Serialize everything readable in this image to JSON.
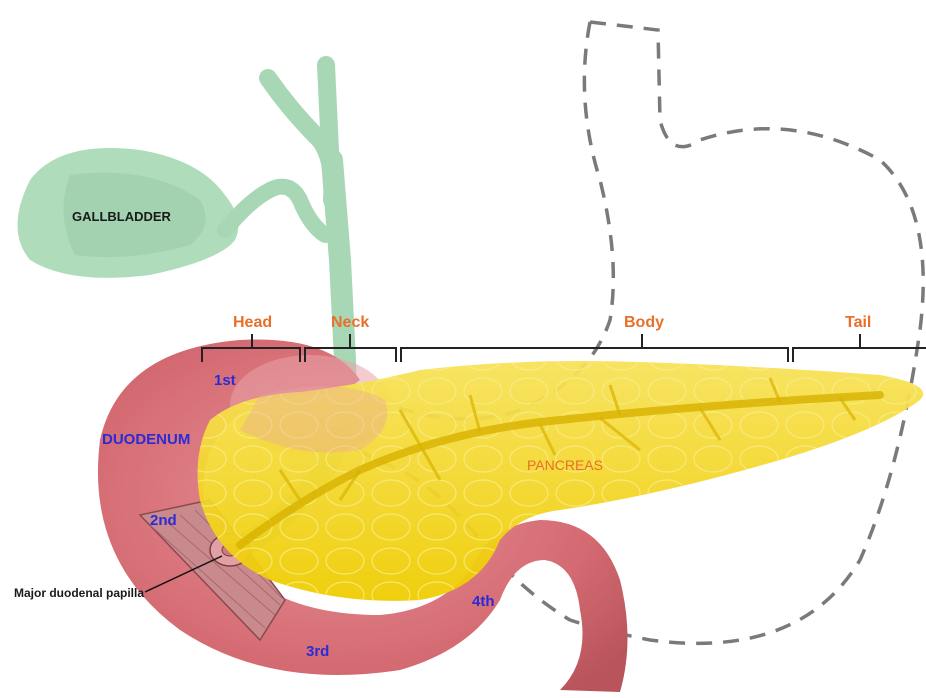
{
  "labels": {
    "gallbladder": "GALLBLADDER",
    "gallbladder_faint": "Gallbladder",
    "head": "Head",
    "neck": "Neck",
    "body": "Body",
    "tail": "Tail",
    "pancreas": "PANCREAS",
    "duodenum": "DUODENUM",
    "first": "1st",
    "second": "2nd",
    "third": "3rd",
    "fourth": "4th",
    "papilla": "Major duodenal papilla"
  },
  "colors": {
    "gallbladder": "#9fd3ae",
    "duodenum": "#d9737a",
    "pancreas": "#f2d400",
    "label_orange": "#e8702a",
    "label_blue": "#2b2bd6",
    "stomach_outline": "#777777"
  }
}
